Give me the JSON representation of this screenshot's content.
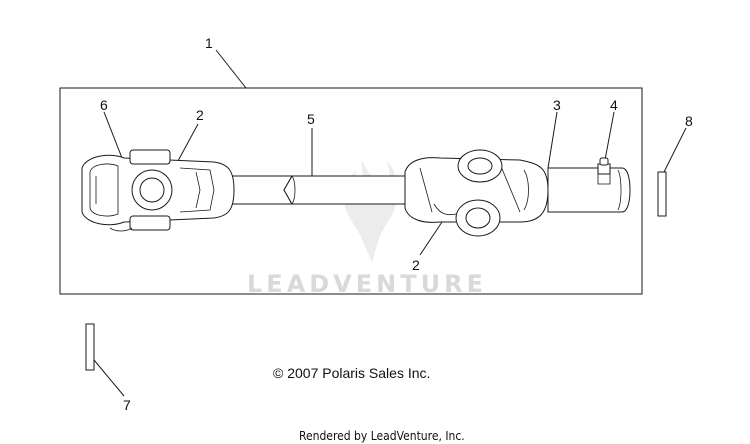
{
  "callouts": {
    "c1": "1",
    "c2a": "2",
    "c2b": "2",
    "c3": "3",
    "c4": "4",
    "c5": "5",
    "c6": "6",
    "c7": "7",
    "c8": "8"
  },
  "watermark": "LEADVENTURE",
  "copyright": "© 2007 Polaris Sales Inc.",
  "rendered_by": "Rendered by LeadVenture, Inc."
}
